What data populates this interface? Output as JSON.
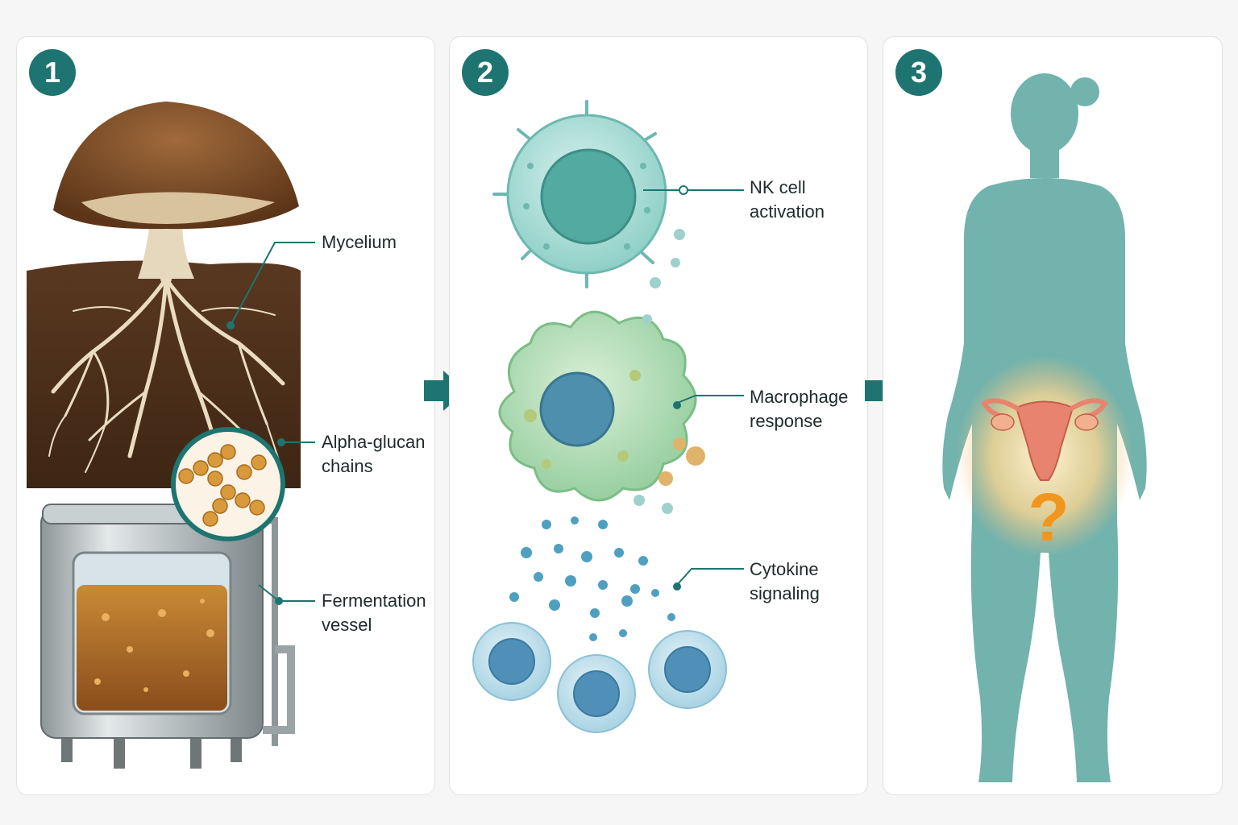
{
  "steps": [
    {
      "number": "1"
    },
    {
      "number": "2"
    },
    {
      "number": "3"
    }
  ],
  "labels": {
    "mycelium": "Mycelium",
    "alpha_glucan_line1": "Alpha-glucan",
    "alpha_glucan_line2": "chains",
    "fermentation_line1": "Fermentation",
    "fermentation_line2": "vessel",
    "nk_line1": "NK cell",
    "nk_line2": "activation",
    "macrophage_line1": "Macrophage",
    "macrophage_line2": "response",
    "cytokine_line1": "Cytokine",
    "cytokine_line2": "signaling",
    "question_mark": "?"
  },
  "colors": {
    "accent": "#1e7470",
    "mushroom_brown": "#7a4a2a",
    "soil": "#4a2f1c",
    "nk_cell": "#8fd0c8",
    "macrophage": "#9fd4a8",
    "lymphocyte": "#a9d3e3",
    "body": "#6fb1ab",
    "uterus": "#e8836f",
    "question": "#f0961e"
  },
  "icons": [
    "mushroom-icon",
    "fermentation-vessel-icon",
    "nk-cell-icon",
    "macrophage-icon",
    "lymphocyte-icon",
    "female-body-icon",
    "uterus-icon"
  ]
}
